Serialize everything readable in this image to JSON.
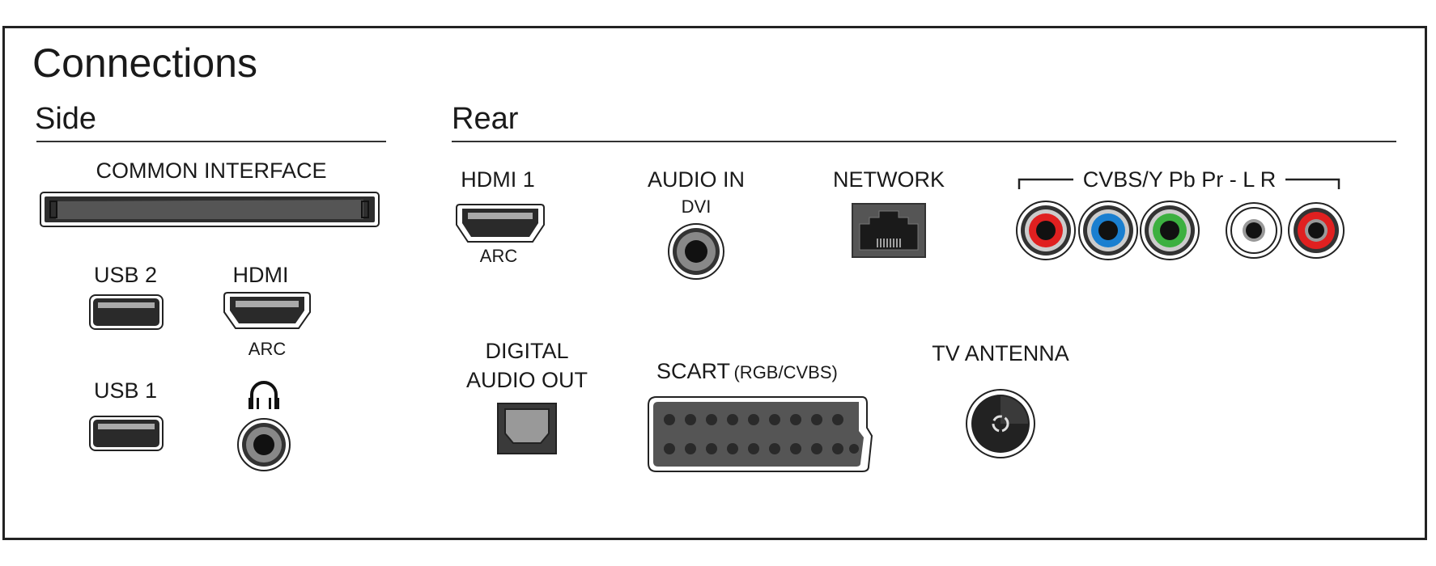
{
  "title": "Connections",
  "side": {
    "heading": "Side",
    "common_interface": "COMMON INTERFACE",
    "usb2": "USB 2",
    "hdmi": "HDMI",
    "hdmi_sub": "ARC",
    "usb1": "USB 1",
    "headphones_icon": "headphones-icon"
  },
  "rear": {
    "heading": "Rear",
    "hdmi1": "HDMI 1",
    "hdmi1_sub": "ARC",
    "audio_in": "AUDIO IN",
    "audio_in_sub": "DVI",
    "network": "NETWORK",
    "cvbs": "CVBS/Y Pb Pr - L R",
    "rca_colors": [
      "#e02020",
      "#1a7fd0",
      "#3cb040",
      "#ffffff",
      "#e02020"
    ],
    "digital_audio_out_line1": "DIGITAL",
    "digital_audio_out_line2": "AUDIO OUT",
    "scart": "SCART",
    "scart_sub": "(RGB/CVBS)",
    "tv_antenna": "TV ANTENNA"
  }
}
